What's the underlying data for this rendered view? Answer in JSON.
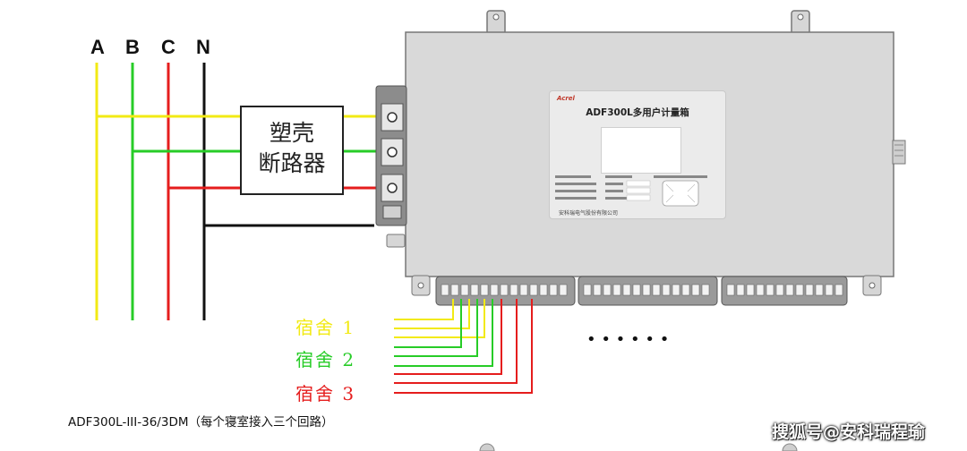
{
  "phases": [
    {
      "label": "A",
      "color": "#f2ea14"
    },
    {
      "label": "B",
      "color": "#27cc27"
    },
    {
      "label": "C",
      "color": "#e51d1d"
    },
    {
      "label": "N",
      "color": "#111111"
    }
  ],
  "breaker": {
    "line1": "塑壳",
    "line2": "断路器"
  },
  "meter": {
    "brand": "Acrel",
    "model": "ADF300L多用户计量箱",
    "maker": "安科瑞电气股份有限公司"
  },
  "dorms": [
    {
      "label": "宿舍 1",
      "color": "#f2ea14"
    },
    {
      "label": "宿舍 2",
      "color": "#27cc27"
    },
    {
      "label": "宿舍 3",
      "color": "#e51d1d"
    }
  ],
  "ellipsis": "• • • • • •",
  "caption": "ADF300L-III-36/3DM（每个寝室接入三个回路）",
  "watermark": "搜狐号@安科瑞程瑜"
}
